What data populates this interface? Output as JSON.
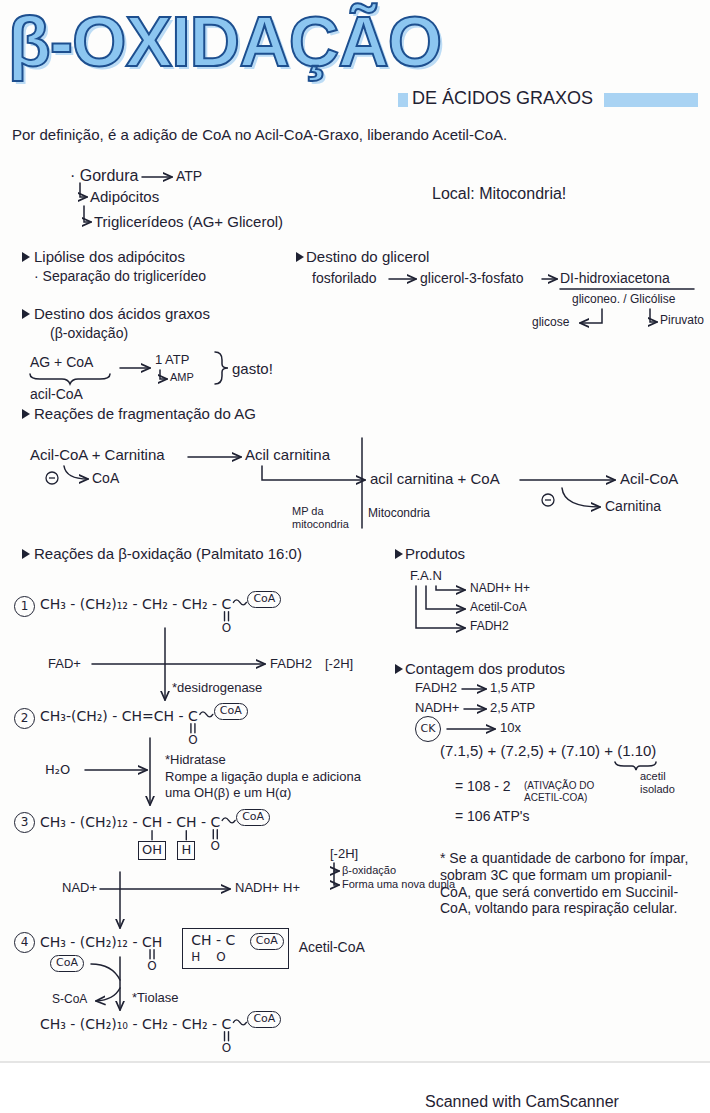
{
  "diagram": {
    "title": "β-OXIDAÇÃO",
    "nodes": [
      {
        "text": [
          "1"
        ]
      },
      {
        "text": [
          "CoA"
        ]
      },
      {
        "text": [
          "2"
        ]
      },
      {
        "text": [
          "CoA"
        ]
      },
      {
        "text": [
          "3"
        ]
      },
      {
        "text": [
          "OH"
        ]
      },
      {
        "text": [
          "H"
        ]
      },
      {
        "text": [
          "CoA"
        ]
      },
      {
        "text": [
          "4"
        ]
      },
      {
        "text": [
          "CH - C",
          "H",
          "O"
        ]
      },
      {
        "text": [
          "CoA"
        ],
        "in": 9
      },
      {
        "text": [
          "CoA"
        ]
      },
      {
        "text": [
          "CoA"
        ]
      },
      {
        "text": [
          "CK"
        ]
      }
    ],
    "labels": [
      "DE ÁCIDOS GRAXOS",
      "Por definição, é a adição de CoA no Acil-CoA-Graxo, liberando Acetil-CoA.",
      "· Gordura",
      "ATP",
      "Adipócitos",
      "Triglicerídeos (AG+ Glicerol)",
      "Local: Mitocondria!",
      "Lipólise dos adipócitos",
      "· Separação do triglicerídeo",
      "Destino do glicerol",
      "fosforilado",
      "glicerol-3-fosfato",
      "DI-hidroxiacetona",
      "gliconeo. / Glicólise",
      "glicose",
      "Piruvato",
      "Destino dos ácidos graxos",
      "(β-oxidação)",
      "AG + CoA",
      "acil-CoA",
      "1 ATP",
      "AMP",
      "gasto!",
      "Reações de fragmentação do AG",
      "Acil-CoA + Carnitina",
      "Acil carnitina",
      "CoA",
      "acil carnitina + CoA",
      "Acil-CoA",
      "Carnitina",
      "MP da mitocondria",
      "Mitocondria",
      "Reações da β-oxidação (Palmitato 16:0)",
      "CH₃ - (CH₂)₁₂ - CH₂ - CH₂ - C",
      "O",
      "FAD+",
      "FADH2",
      "[-2H]",
      "*desidrogenase",
      "CH₃-(CH₂) - CH=CH - C",
      "O",
      "H₂O",
      "*Hidratase",
      "Rompe a ligação dupla e adiciona uma OH(β) e um H(α)",
      "CH₃ - (CH₂)₁₂ - CH - CH - C",
      "O",
      "[-2H]",
      "β-oxidação",
      "Forma uma nova dupla",
      "NAD+",
      "NADH+ H+",
      "CH₃ - (CH₂)₁₂ - CH",
      "O",
      "Acetil-CoA",
      "S-CoA",
      "*Tiolase",
      "CH₃ - (CH₂)₁₀ - CH₂ - CH₂ - C",
      "O",
      "Produtos",
      "F.A.N",
      "NADH+ H+",
      "Acetil-CoA",
      "FADH2",
      "Contagem dos produtos",
      "FADH2",
      "1,5 ATP",
      "NADH+",
      "2,5 ATP",
      "10x",
      "(7.1,5) + (7.2,5) + (7.10) + (1.10)",
      "acetil isolado",
      "= 108 - 2",
      "(ATIVAÇÃO DO ACETIL-COA)",
      "= 106 ATP's",
      "* Se a quantidade de carbono for ímpar, sobram 3C que formam um propianil-CoA, que será convertido em Succinil-CoA, voltando para respiração celular.",
      "Scanned with CamScanner"
    ]
  }
}
